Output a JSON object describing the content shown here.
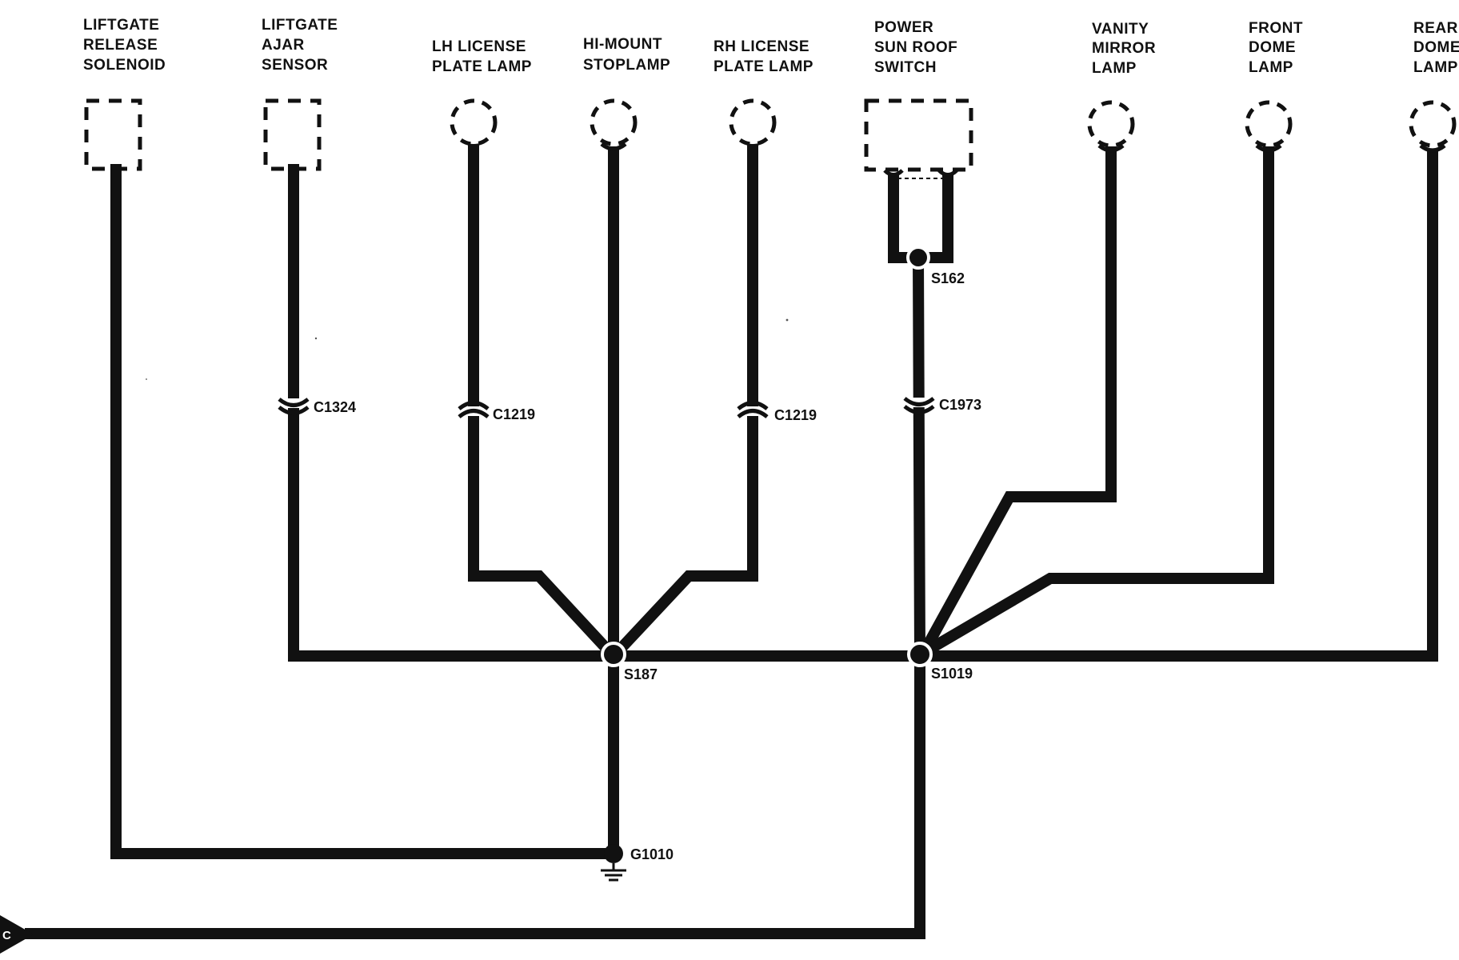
{
  "components": {
    "liftgate_release_solenoid": [
      "LIFTGATE",
      "RELEASE",
      "SOLENOID"
    ],
    "liftgate_ajar_sensor": [
      "LIFTGATE",
      "AJAR",
      "SENSOR"
    ],
    "lh_license_plate_lamp": [
      "LH LICENSE",
      "PLATE LAMP"
    ],
    "hi_mount_stoplamp": [
      "HI-MOUNT",
      "STOPLAMP"
    ],
    "rh_license_plate_lamp": [
      "RH LICENSE",
      "PLATE LAMP"
    ],
    "power_sun_roof_switch": [
      "POWER",
      "SUN ROOF",
      "SWITCH"
    ],
    "vanity_mirror_lamp": [
      "VANITY",
      "MIRROR",
      "LAMP"
    ],
    "front_dome_lamp": [
      "FRONT",
      "DOME",
      "LAMP"
    ],
    "rear_dome_lamp": [
      "REAR",
      "DOME",
      "LAMP"
    ]
  },
  "connectors": {
    "liftgate_ajar": "C1324",
    "lh_license": "C1219",
    "rh_license": "C1219",
    "sun_roof": "C1973"
  },
  "splices": {
    "sun_roof": "S162",
    "center": "S187",
    "right": "S1019"
  },
  "ground": "G1010",
  "page_ref": "C"
}
